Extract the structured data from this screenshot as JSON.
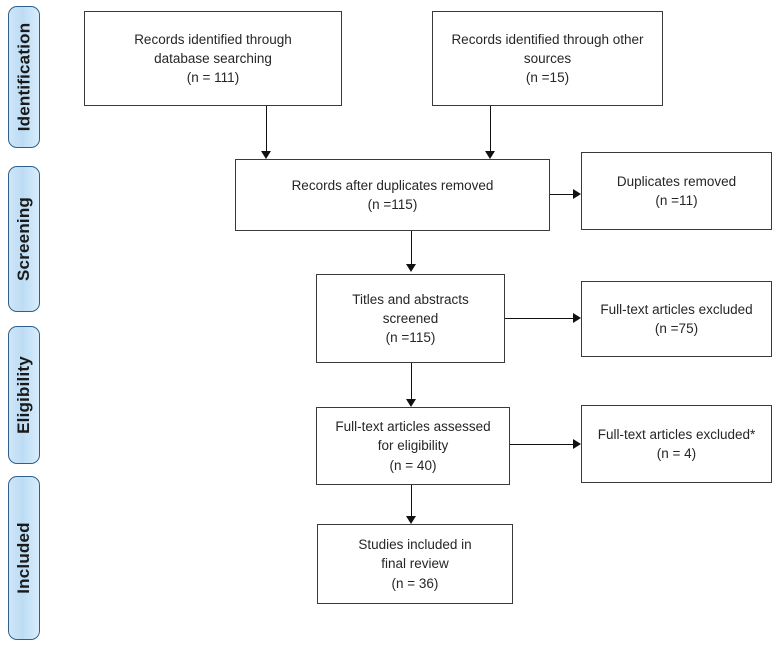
{
  "diagram": {
    "type": "prisma-flow-diagram",
    "stages": [
      {
        "id": "identification",
        "label": "Identification"
      },
      {
        "id": "screening",
        "label": "Screening"
      },
      {
        "id": "eligibility",
        "label": "Eligibility"
      },
      {
        "id": "included",
        "label": "Included"
      }
    ],
    "nodes": [
      {
        "id": "records-database",
        "lines": [
          "Records identified through",
          "database searching",
          "(n = 111)"
        ],
        "count": 111
      },
      {
        "id": "records-other-sources",
        "lines": [
          "Records identified through other",
          "sources",
          "(n =15)"
        ],
        "count": 15
      },
      {
        "id": "records-after-duplicates",
        "lines": [
          "Records after duplicates removed",
          "(n =115)"
        ],
        "count": 115
      },
      {
        "id": "duplicates-removed",
        "lines": [
          "Duplicates removed",
          "(n =11)"
        ],
        "count": 11
      },
      {
        "id": "titles-abstracts-screened",
        "lines": [
          "Titles and abstracts",
          "screened",
          "(n =115)"
        ],
        "count": 115
      },
      {
        "id": "fulltext-excluded-75",
        "lines": [
          "Full-text articles excluded",
          "(n =75)"
        ],
        "count": 75
      },
      {
        "id": "fulltext-assessed",
        "lines": [
          "Full-text articles assessed",
          "for eligibility",
          "(n = 40)"
        ],
        "count": 40
      },
      {
        "id": "fulltext-excluded-4",
        "lines": [
          "Full-text articles excluded*",
          "(n = 4)"
        ],
        "count": 4
      },
      {
        "id": "studies-included",
        "lines": [
          "Studies included in",
          "final review",
          "(n = 36)"
        ],
        "count": 36
      }
    ],
    "colors": {
      "stage_fill": "#c9e4f6",
      "stage_border": "#2f5f8f",
      "box_border": "#3a3a3a",
      "connector": "#111111",
      "page_background": "#ffffff"
    }
  }
}
